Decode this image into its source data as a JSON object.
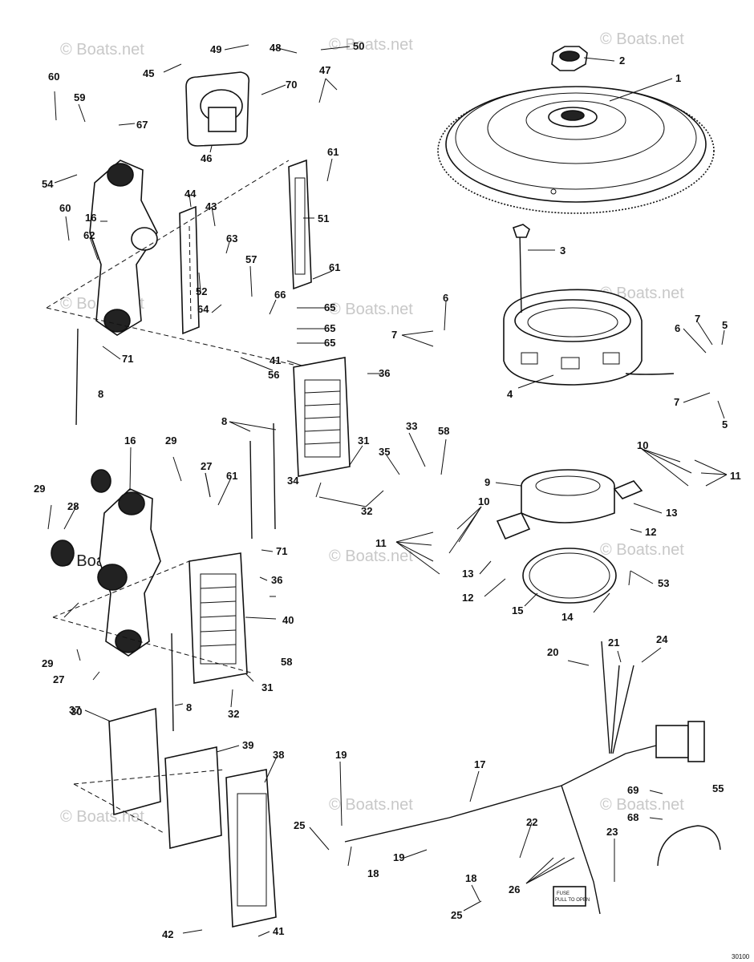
{
  "watermark": "© Boats.net",
  "fuse_label_1": "FUSE",
  "fuse_label_2": "PULL TO OPEN",
  "corner_code": "30100",
  "callouts": {
    "c1": "1",
    "c2": "2",
    "c3": "3",
    "c4": "4",
    "c5a": "5",
    "c5b": "5",
    "c6a": "6",
    "c6b": "6",
    "c7a": "7",
    "c7b": "7",
    "c7c": "7",
    "c8a": "8",
    "c8b": "8",
    "c8c": "8",
    "c9": "9",
    "c10a": "10",
    "c10b": "10",
    "c11a": "11",
    "c11b": "11",
    "c12a": "12",
    "c12b": "12",
    "c13a": "13",
    "c13b": "13",
    "c14": "14",
    "c15": "15",
    "c16a": "16",
    "c16b": "16",
    "c17": "17",
    "c18a": "18",
    "c18b": "18",
    "c19a": "19",
    "c19b": "19",
    "c20": "20",
    "c21": "21",
    "c22": "22",
    "c23": "23",
    "c24": "24",
    "c25a": "25",
    "c25b": "25",
    "c26": "26",
    "c27a": "27",
    "c27b": "27",
    "c28": "28",
    "c29a": "29",
    "c29b": "29",
    "c29c": "29",
    "c30": "30",
    "c31a": "31",
    "c31b": "31",
    "c32a": "32",
    "c32b": "32",
    "c33": "33",
    "c34": "34",
    "c35": "35",
    "c36a": "36",
    "c36b": "36",
    "c37": "37",
    "c38": "38",
    "c39": "39",
    "c40": "40",
    "c41a": "41",
    "c41b": "41",
    "c42": "42",
    "c43": "43",
    "c44": "44",
    "c45": "45",
    "c46": "46",
    "c47": "47",
    "c48": "48",
    "c49": "49",
    "c50": "50",
    "c51": "51",
    "c52": "52",
    "c53": "53",
    "c54": "54",
    "c55": "55",
    "c56": "56",
    "c57": "57",
    "c58a": "58",
    "c58b": "58",
    "c59": "59",
    "c60a": "60",
    "c60b": "60",
    "c61a": "61",
    "c61b": "61",
    "c61c": "61",
    "c62": "62",
    "c63": "63",
    "c64": "64",
    "c65a": "65",
    "c65b": "65",
    "c65c": "65",
    "c66": "66",
    "c67": "67",
    "c68": "68",
    "c69": "69",
    "c70": "70",
    "c71a": "71",
    "c71b": "71"
  }
}
